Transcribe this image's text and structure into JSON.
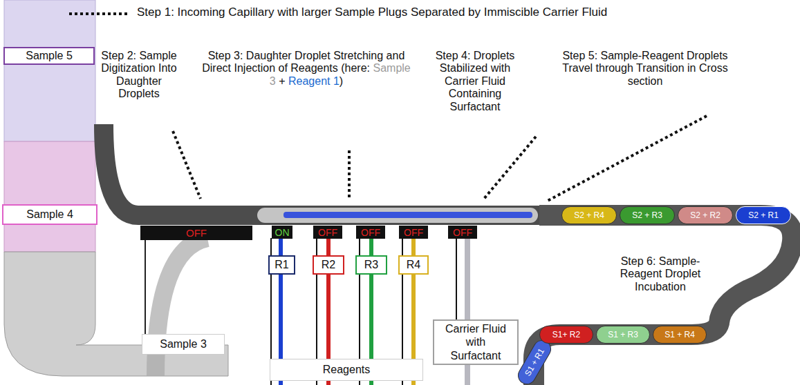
{
  "diagram": {
    "nodes": [
      {
        "text": [
          "Sample 5"
        ]
      },
      {
        "text": [
          "Sample 4"
        ]
      },
      {
        "text": [
          "OFF"
        ]
      },
      {
        "text": [
          "ON"
        ]
      },
      {
        "text": [
          "OFF"
        ]
      },
      {
        "text": [
          "OFF"
        ]
      },
      {
        "text": [
          "OFF"
        ]
      },
      {
        "text": [
          "OFF"
        ]
      },
      {
        "text": [
          "R1"
        ]
      },
      {
        "text": [
          "R2"
        ]
      },
      {
        "text": [
          "R3"
        ]
      },
      {
        "text": [
          "R4"
        ]
      },
      {
        "text": [
          "Sample 3"
        ]
      },
      {
        "text": [
          "Carrier Fluid with Surfactant"
        ]
      },
      {
        "text": [
          "Reagents"
        ]
      },
      {
        "text": [
          "S2 + R4"
        ]
      },
      {
        "text": [
          "S2 + R3"
        ]
      },
      {
        "text": [
          "S2 + R2"
        ]
      },
      {
        "text": [
          "S2 + R1"
        ]
      },
      {
        "text": [
          "S1 + R1"
        ]
      },
      {
        "text": [
          "S1+ R2"
        ]
      },
      {
        "text": [
          "S1 + R3"
        ]
      },
      {
        "text": [
          "S1 + R4"
        ]
      }
    ],
    "labels": [
      "Step 1: Incoming Capillary with larger Sample Plugs Separated by Immiscible Carrier Fluid",
      "Step 2: Sample Digitization Into Daughter Droplets",
      "Step 3: Daughter Droplet Stretching and Direct Injection of Reagents (here:",
      "Sample 3",
      "+",
      "Reagent 1",
      ")",
      "Step 4: Droplets Stabilized with Carrier Fluid Containing Surfactant",
      "Step 5: Sample-Reagent Droplets Travel through Transition in Cross section",
      "Step 6: Sample-Reagent Droplet Incubation"
    ]
  }
}
